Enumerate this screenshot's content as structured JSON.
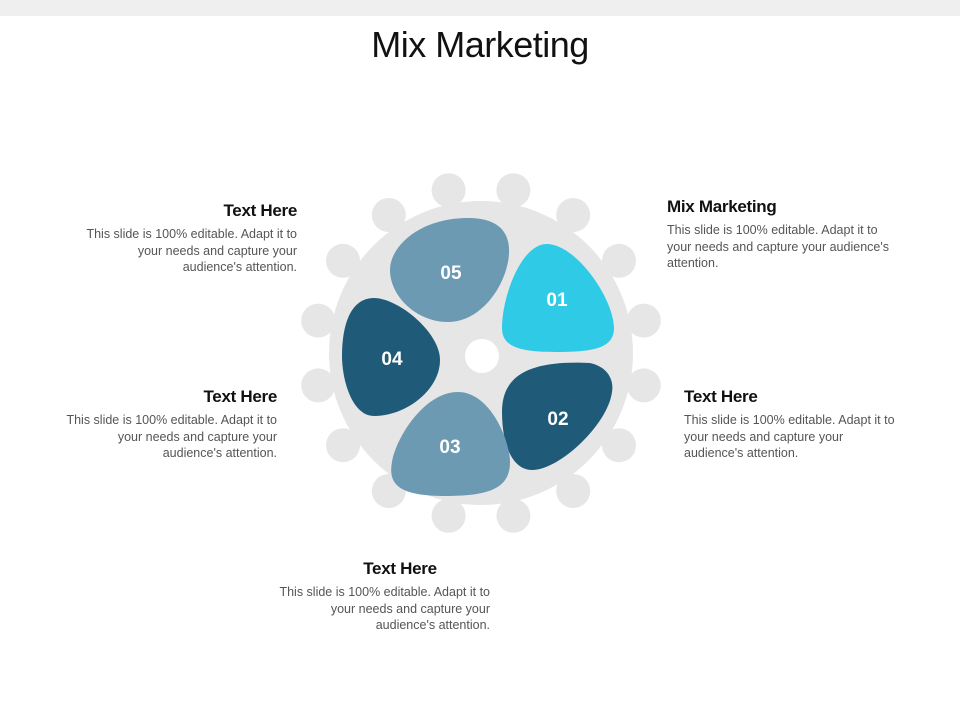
{
  "title": "Mix Marketing",
  "colors": {
    "gear": "#e6e6e6",
    "light_blue": "#2ecae6",
    "dark_blue": "#1f5b79",
    "gray_blue": "#6b9ab2"
  },
  "segments": [
    {
      "number": "01",
      "color": "#2ecae6"
    },
    {
      "number": "02",
      "color": "#1f5b79"
    },
    {
      "number": "03",
      "color": "#6b9ab2"
    },
    {
      "number": "04",
      "color": "#1f5b79"
    },
    {
      "number": "05",
      "color": "#6b9ab2"
    }
  ],
  "blocks": [
    {
      "heading": "Mix Marketing",
      "body": "This slide is 100% editable. Adapt it to your needs and capture your audience's attention."
    },
    {
      "heading": "Text Here",
      "body": "This slide is 100% editable. Adapt it to your needs and capture your audience's attention."
    },
    {
      "heading": "Text Here",
      "body": "This slide is 100% editable. Adapt it to your needs and capture your audience's attention."
    },
    {
      "heading": "Text Here",
      "body": "This slide is 100% editable. Adapt it to your needs and capture your audience's attention."
    },
    {
      "heading": "Text Here",
      "body": "This slide is 100% editable. Adapt it to your needs and capture your audience's attention."
    }
  ]
}
